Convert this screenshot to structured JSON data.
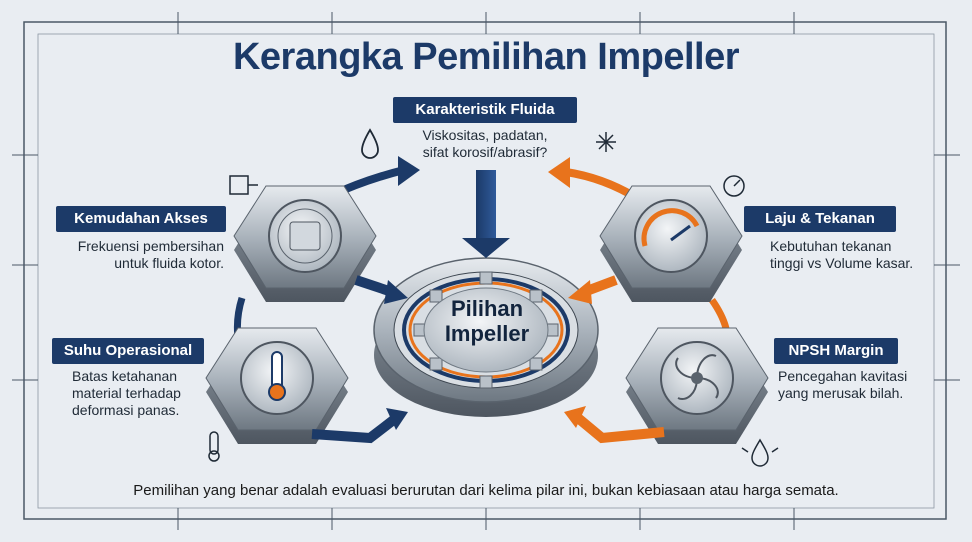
{
  "title": "Kerangka Pemilihan Impeller",
  "center": {
    "line1": "Pilihan",
    "line2": "Impeller"
  },
  "pillars": {
    "fluid": {
      "label": "Karakteristik Fluida",
      "line1": "Viskositas, padatan,",
      "line2": "sifat korosif/abrasif?"
    },
    "access": {
      "label": "Kemudahan Akses",
      "line1": "Frekuensi pembersihan",
      "line2": "untuk fluida kotor."
    },
    "flow": {
      "label": "Laju & Tekanan",
      "line1": "Kebutuhan tekanan",
      "line2": "tinggi vs Volume kasar."
    },
    "temp": {
      "label": "Suhu Operasional",
      "line1": "Batas ketahanan",
      "line2": "material terhadap",
      "line3": "deformasi panas."
    },
    "npsh": {
      "label": "NPSH Margin",
      "line1": "Pencegahan kavitasi",
      "line2": "yang merusak bilah."
    }
  },
  "footer": "Pemilihan yang benar adalah evaluasi berurutan dari kelima pilar ini, bukan kebiasaan atau harga semata.",
  "colors": {
    "navy": "#1c3a68",
    "orange": "#e8731c",
    "steel": "#8a949e",
    "background": "#e9edf2"
  },
  "icons": [
    "water-drop-icon",
    "gauge-icon",
    "thermometer-icon",
    "impeller-icon",
    "access-panel-icon",
    "pressure-gauge-icon",
    "cavitation-icon",
    "fluid-line-icon"
  ]
}
